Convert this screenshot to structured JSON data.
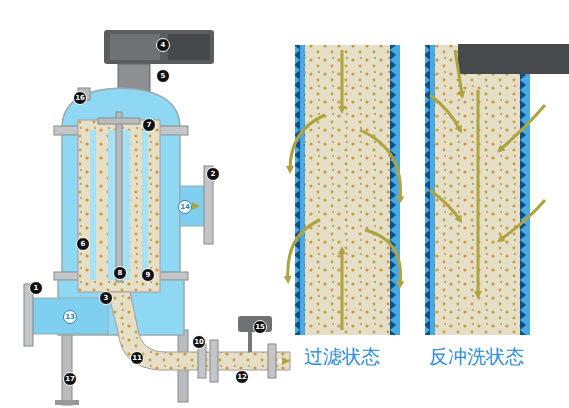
{
  "diagram": {
    "labels": [
      "1",
      "2",
      "3",
      "4",
      "5",
      "6",
      "7",
      "8",
      "9",
      "10",
      "11",
      "12",
      "13",
      "14",
      "15",
      "16",
      "17",
      "过滤状态",
      "反冲洗状态"
    ]
  }
}
